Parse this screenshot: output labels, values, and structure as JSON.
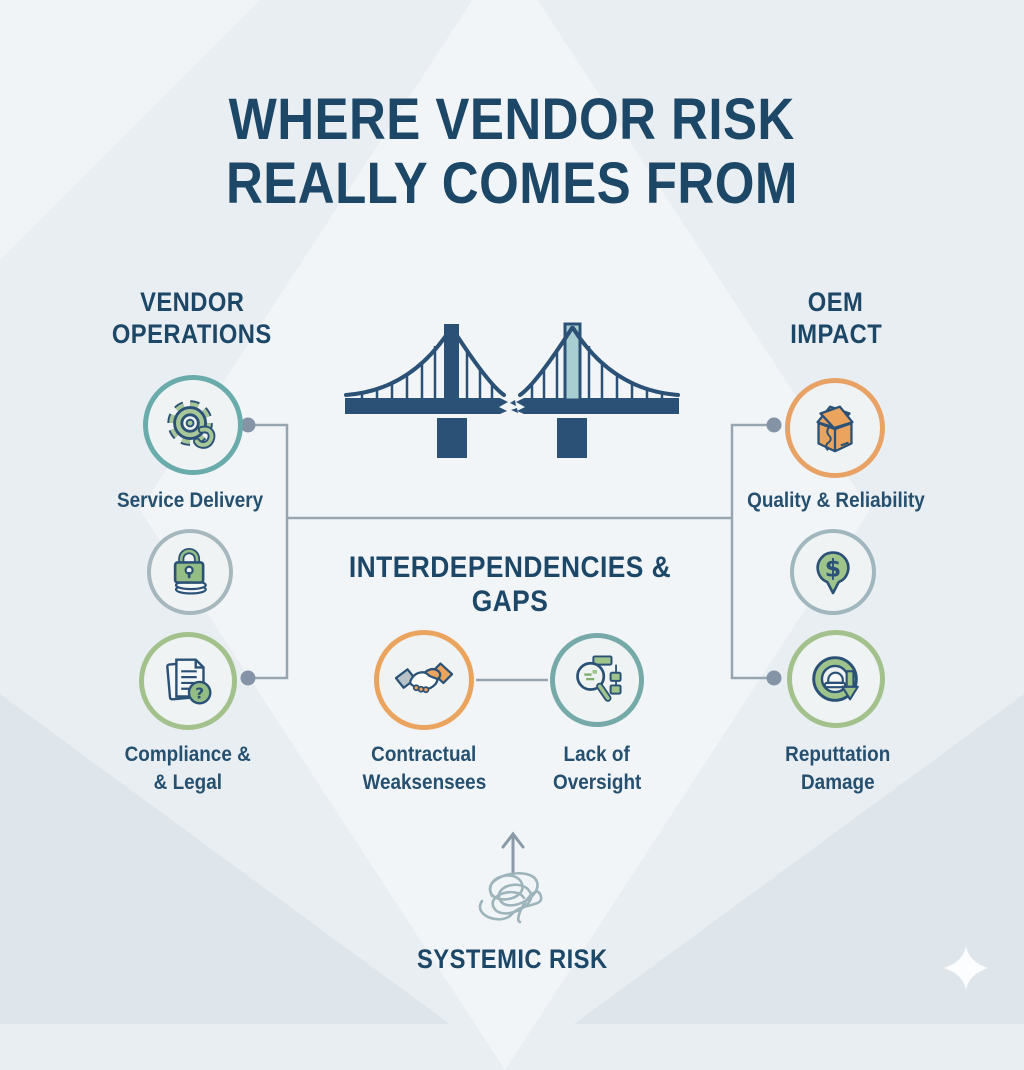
{
  "title": {
    "line1": "WHERE VENDOR RISK",
    "line2": "REALLY COMES FROM"
  },
  "vendor_operations": {
    "header_line1": "VENDOR",
    "header_line2": "OPERATIONS",
    "items": [
      {
        "label": "Service Delivery",
        "icon": "gear-wrench-icon",
        "ring_color": "#6aabab"
      },
      {
        "label": "",
        "icon": "padlock-papers-icon",
        "ring_color": "#a6b8bd"
      },
      {
        "label_line1": "Compliance &",
        "label_line2": "& Legal",
        "icon": "documents-question-icon",
        "ring_color": "#a3c18c"
      }
    ]
  },
  "oem_impact": {
    "header_line1": "OEM",
    "header_line2": "IMPACT",
    "items": [
      {
        "label": "Quality & Reliability",
        "icon": "damaged-box-icon",
        "ring_color": "#e9a266"
      },
      {
        "label": "",
        "icon": "dollar-bubble-icon",
        "ring_color": "#9fb7bd"
      },
      {
        "label_line1": "Reputtation",
        "label_line2": "Damage",
        "icon": "siren-decline-icon",
        "ring_color": "#a3c18c"
      }
    ]
  },
  "center": {
    "heading": "INTERDEPENDENCIES & GAPS",
    "bridge_icon": "broken-bridge-icon",
    "items": [
      {
        "label_line1": "Contractual",
        "label_line2": "Weaksensees",
        "icon": "handshake-icon",
        "ring_color": "#eba45e"
      },
      {
        "label_line1": "Lack of",
        "label_line2": "Oversight",
        "icon": "magnifier-flowchart-icon",
        "ring_color": "#76aaa9"
      }
    ]
  },
  "systemic": {
    "label": "SYSTEMIC RISK",
    "icon": "tangle-icon",
    "arrow_icon": "up-arrow-icon"
  },
  "colors": {
    "background": "#e9eef2",
    "navy": "#1d4767",
    "label_navy": "#25506f",
    "icon_outline_navy": "#2b5276",
    "green": "#9ec48c",
    "orange": "#eba45e",
    "teal_ring": "#6aabab",
    "gray_ring": "#a6b8bd",
    "connector_line": "#96a5ae",
    "connector_dot": "#8494a6",
    "bridge_navy": "#2b5276",
    "bridge_teal_tower": "#a9ced2",
    "tangle_gray": "#9cb4ba",
    "sparkle_white": "#fbfdfe"
  }
}
